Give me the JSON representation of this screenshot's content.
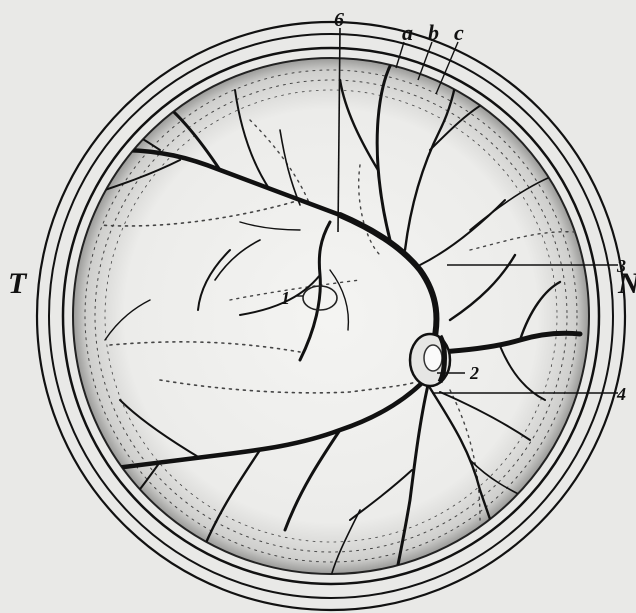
{
  "labels": {
    "a": "a",
    "b": "b",
    "c": "c",
    "six": "6",
    "one": "1",
    "two": "2",
    "three": "3",
    "four": "4",
    "temporal": "T",
    "nasal": "N"
  },
  "colors": {
    "background": "#e9e9e7",
    "ink": "#111111",
    "fundus": "#f2f2f0"
  }
}
